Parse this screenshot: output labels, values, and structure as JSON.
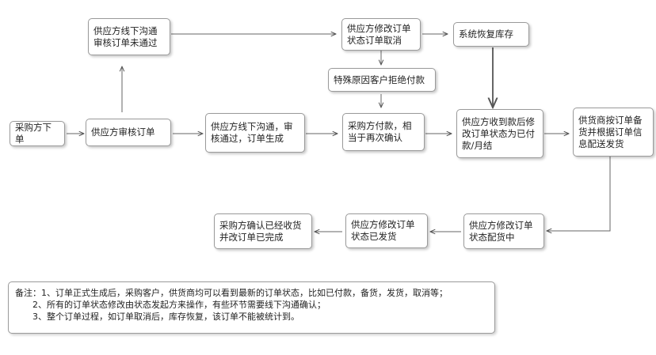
{
  "nodes": {
    "purchaser_order": "采购方下单",
    "supplier_review": "供应方审核订单",
    "offline_fail": "供应方线下沟通审核订单未通过",
    "offline_pass": "供应方线下沟通，审核通过，订单生成",
    "modify_cancel": "供应方修改订单状态订单取消",
    "restore_stock": "系统恢复库存",
    "reject_payment": "特殊原因客户拒绝付款",
    "purchaser_pay": "采购方付款，相当于再次确认",
    "supplier_received": "供应方收到款后修改订单状态为已付款/月结",
    "ship_goods": "供货商按订单备货并根据订单信息配送发货",
    "status_preparing": "供应方修改订单状态配货中",
    "status_shipped": "供应方修改订单状态已发货",
    "purchaser_confirm": "采购方确认已经收货并改订单已完成"
  },
  "note": {
    "line1": "备注：1、订单正式生成后，采购客户，供货商均可以看到最新的订单状态，比如已付款，备货，发货，取消等；",
    "line2": "2、所有的订单状态修改由状态发起方来操作，有些环节需要线下沟通确认；",
    "line3": "3、整个订单过程，如订单取消后，库存恢复，该订单不能被统计到。"
  }
}
